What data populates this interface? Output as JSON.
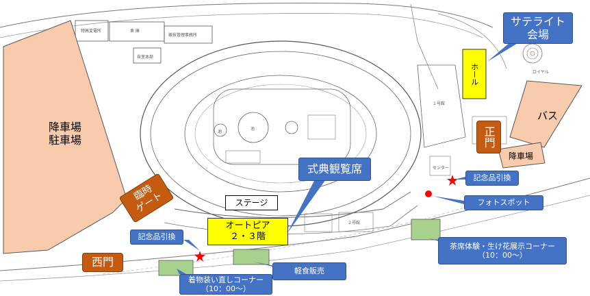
{
  "areas": {
    "parking": "降車場\n駐車場",
    "bus": "バス",
    "dropoff": "降車場",
    "hall": "ホール",
    "stage": "ステージ",
    "autopia": "オートピア\n２・３階"
  },
  "gates": {
    "temporary_gate": "臨時\nゲート",
    "west_gate": "西門",
    "main_gate": "正門"
  },
  "callouts": {
    "satellite": "サテライト\n会場",
    "ceremony_seats": "式典観覧席",
    "souvenir_right": "記念品引換",
    "souvenir_left": "記念品引換",
    "photo_spot": "フォトスポット",
    "tea_corner": "茶席体験・生け花展示コーナー\n（10：00～）",
    "kimono_corner": "着物装い直しコーナー\n（10：00～）",
    "snack": "軽食販売"
  },
  "small_labels": {
    "building1": "特高変電所",
    "building2": "車 庫",
    "building3": "競技管理事務所",
    "building4": "自室本部",
    "building5": "１号館",
    "building6": "センター",
    "building7": "２号館",
    "building8": "ロイヤル",
    "pond1": "池",
    "pond2": "池"
  },
  "colors": {
    "parking_fill": "#f8cbad",
    "callout_blue": "#4472c4",
    "gate_orange": "#c55a11",
    "highlight_yellow": "#ffff00",
    "booth_green": "#a9d18e",
    "marker_red": "#ff0000"
  }
}
